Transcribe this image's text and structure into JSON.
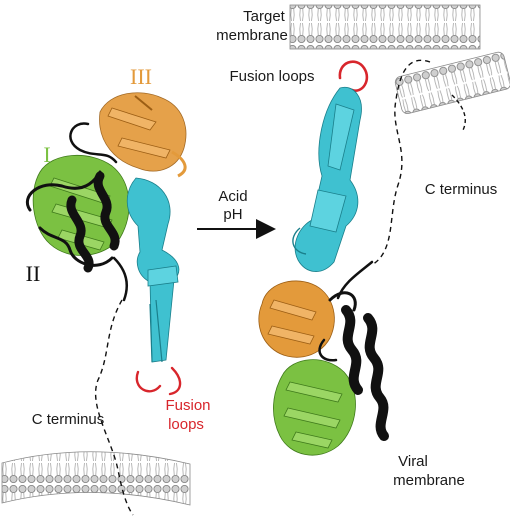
{
  "labels": {
    "target_membrane_line1": "Target",
    "target_membrane_line2": "membrane",
    "domain_I": "I",
    "domain_II": "II",
    "domain_III": "III",
    "acid_line1": "Acid",
    "acid_line2": "pH",
    "fusion_loops_top": "Fusion loops",
    "fusion_loops_bottom_line1": "Fusion",
    "fusion_loops_bottom_line2": "loops",
    "c_terminus_left": "C terminus",
    "c_terminus_right": "C terminus",
    "viral_membrane_line1": "Viral",
    "viral_membrane_line2": "membrane"
  },
  "colors": {
    "domain_I": "#7bc142",
    "domain_II": "#111111",
    "domain_III": "#e39a3b",
    "stem": "#3fc1d0",
    "fusion_loops": "#d8262c",
    "membrane_head": "#c9c9c9",
    "membrane_outline": "#8a8a8a"
  }
}
